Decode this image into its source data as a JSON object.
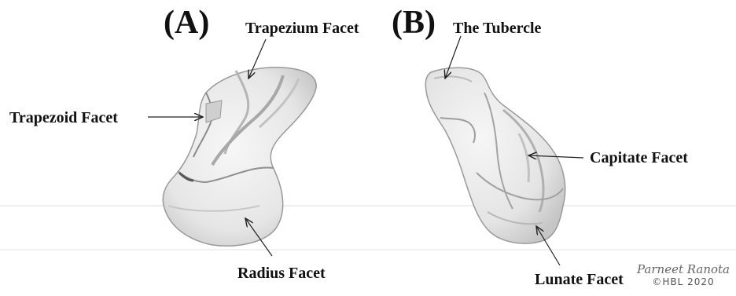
{
  "panels": {
    "a": {
      "label": "(A)"
    },
    "b": {
      "label": "(B)"
    }
  },
  "labels": {
    "trapezium_facet": "Trapezium Facet",
    "trapezoid_facet": "Trapezoid Facet",
    "radius_facet": "Radius Facet",
    "the_tubercle": "The Tubercle",
    "capitate_facet": "Capitate Facet",
    "lunate_facet": "Lunate Facet"
  },
  "credit": {
    "signature": "Parneet Ranota",
    "copyright": "©HBL 2020"
  }
}
